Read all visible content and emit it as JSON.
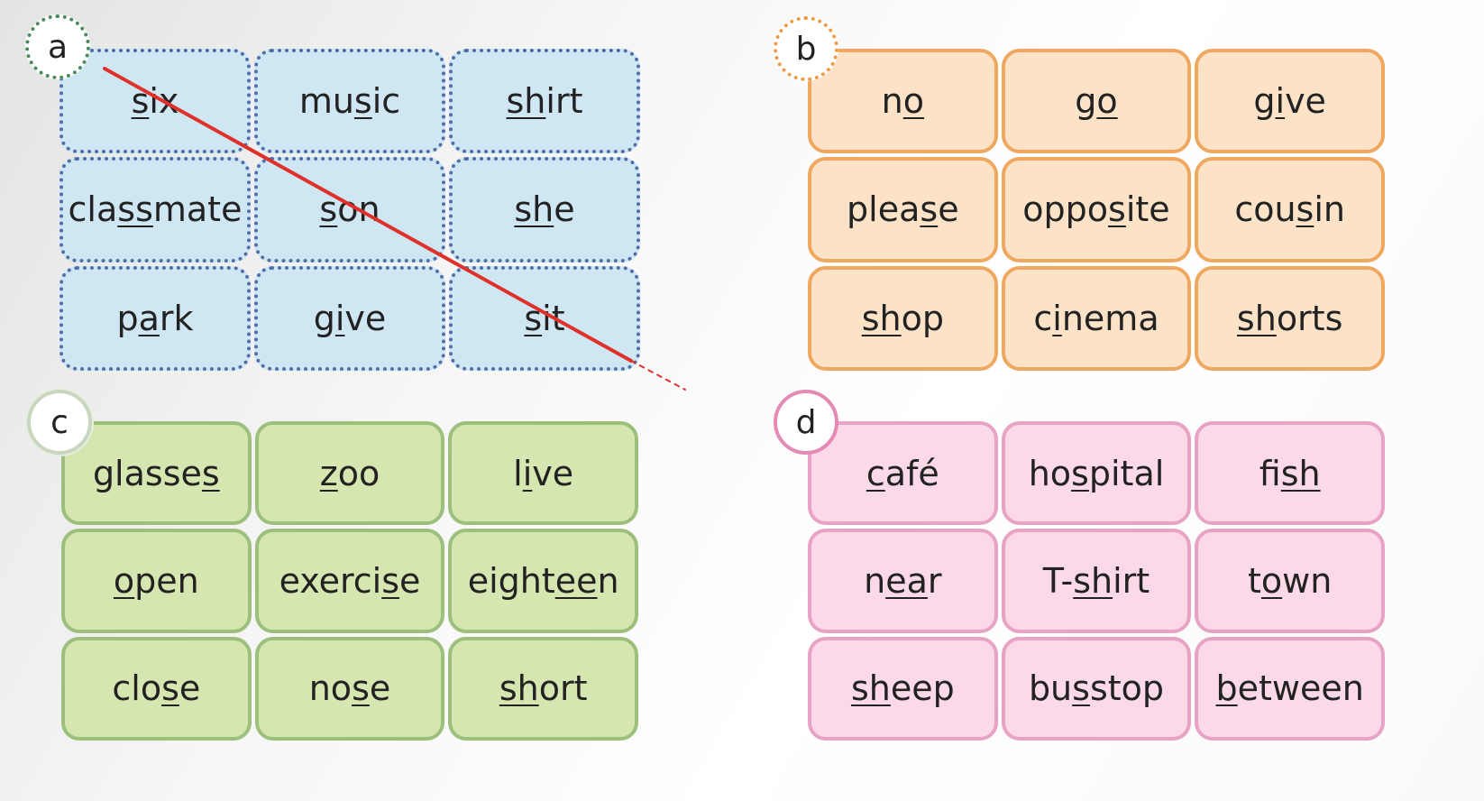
{
  "puzzles": [
    {
      "id": "a",
      "label": "a",
      "cells": [
        {
          "pre": "",
          "u": "s",
          "post": "ix"
        },
        {
          "pre": "mu",
          "u": "s",
          "post": "ic"
        },
        {
          "pre": "",
          "u": "sh",
          "post": "irt"
        },
        {
          "pre": "cla",
          "u": "ss",
          "post": "mate"
        },
        {
          "pre": "",
          "u": "s",
          "post": "on"
        },
        {
          "pre": "",
          "u": "sh",
          "post": "e"
        },
        {
          "pre": "p",
          "u": "a",
          "post": "rk"
        },
        {
          "pre": "g",
          "u": "i",
          "post": "ve"
        },
        {
          "pre": "",
          "u": "s",
          "post": "it"
        }
      ]
    },
    {
      "id": "b",
      "label": "b",
      "cells": [
        {
          "pre": "n",
          "u": "o",
          "post": ""
        },
        {
          "pre": "g",
          "u": "o",
          "post": ""
        },
        {
          "pre": "g",
          "u": "i",
          "post": "ve"
        },
        {
          "pre": "plea",
          "u": "s",
          "post": "e"
        },
        {
          "pre": "oppo",
          "u": "s",
          "post": "ite"
        },
        {
          "pre": "cou",
          "u": "s",
          "post": "in"
        },
        {
          "pre": "",
          "u": "sh",
          "post": "op"
        },
        {
          "pre": "c",
          "u": "i",
          "post": "nema"
        },
        {
          "pre": "",
          "u": "sh",
          "post": "orts"
        }
      ]
    },
    {
      "id": "c",
      "label": "c",
      "cells": [
        {
          "pre": "glasse",
          "u": "s",
          "post": ""
        },
        {
          "pre": "",
          "u": "z",
          "post": "oo"
        },
        {
          "pre": "l",
          "u": "i",
          "post": "ve"
        },
        {
          "pre": "",
          "u": "o",
          "post": "pen"
        },
        {
          "pre": "exerci",
          "u": "s",
          "post": "e"
        },
        {
          "pre": "eight",
          "u": "ee",
          "post": "n"
        },
        {
          "pre": "clo",
          "u": "s",
          "post": "e"
        },
        {
          "pre": "no",
          "u": "s",
          "post": "e"
        },
        {
          "pre": "",
          "u": "sh",
          "post": "ort"
        }
      ]
    },
    {
      "id": "d",
      "label": "d",
      "cells": [
        {
          "pre": "",
          "u": "c",
          "post": "afé"
        },
        {
          "pre": "ho",
          "u": "s",
          "post": "pital"
        },
        {
          "pre": "fi",
          "u": "sh",
          "post": ""
        },
        {
          "pre": "n",
          "u": "ea",
          "post": "r"
        },
        {
          "pre": "T-",
          "u": "sh",
          "post": "irt"
        },
        {
          "pre": "t",
          "u": "o",
          "post": "wn"
        },
        {
          "pre": "",
          "u": "sh",
          "post": "eep"
        },
        {
          "pre": "bu",
          "u": "s",
          "post": " stop"
        },
        {
          "pre": "",
          "u": "b",
          "post": "etween"
        }
      ]
    }
  ],
  "colors": {
    "a_fill": "#cfe6f3",
    "b_fill": "#fce3c8",
    "c_fill": "#d6e6b0",
    "d_fill": "#fbd9e8",
    "strike_line": "#e0302a"
  }
}
